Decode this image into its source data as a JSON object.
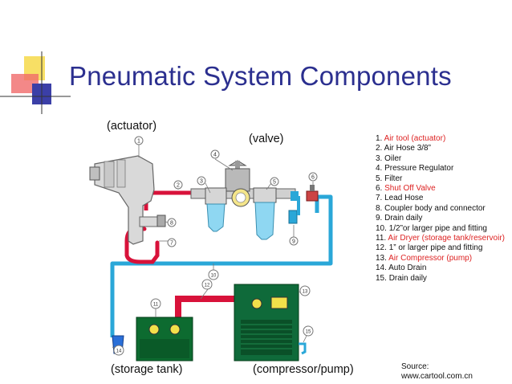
{
  "title": "Pneumatic System Components",
  "captions": {
    "actuator": "(actuator)",
    "valve": "(valve)",
    "storage_tank": "(storage tank)",
    "compressor": "(compressor/pump)"
  },
  "legend": [
    {
      "num": "1.",
      "text": "Air tool (actuator)",
      "highlight": true
    },
    {
      "num": "2.",
      "text": "Air Hose 3/8”",
      "highlight": false
    },
    {
      "num": "3.",
      "text": "Oiler",
      "highlight": false
    },
    {
      "num": "4.",
      "text": "Pressure Regulator",
      "highlight": false
    },
    {
      "num": "5.",
      "text": "Filter",
      "highlight": false
    },
    {
      "num": "6.",
      "text": "Shut Off Valve",
      "highlight": true
    },
    {
      "num": "7.",
      "text": "Lead Hose",
      "highlight": false
    },
    {
      "num": "8.",
      "text": "Coupler body and connector",
      "highlight": false
    },
    {
      "num": "9.",
      "text": "Drain daily",
      "highlight": false
    },
    {
      "num": "10.",
      "text": "1/2”or larger pipe and fitting",
      "highlight": false
    },
    {
      "num": "11.",
      "text": "Air Dryer (storage tank/reservoir)",
      "highlight": true
    },
    {
      "num": "12.",
      "text": "1” or larger pipe and fitting",
      "highlight": false
    },
    {
      "num": "13.",
      "text": "Air Compressor (pump)",
      "highlight": true
    },
    {
      "num": "14.",
      "text": "Auto Drain",
      "highlight": false
    },
    {
      "num": "15.",
      "text": "Drain daily",
      "highlight": false
    }
  ],
  "source": {
    "line1": "Source:",
    "line2": "www.cartool.com.cn"
  },
  "callouts": [
    "1",
    "2",
    "3",
    "4",
    "5",
    "6",
    "7",
    "8",
    "9",
    "10",
    "11",
    "12",
    "13",
    "14",
    "15"
  ],
  "colors": {
    "title": "#2b2f8f",
    "highlight": "#dd2222",
    "hose": "#d8123a",
    "pipe": "#2aa7d8",
    "tank": "#0d6b30",
    "compressor": "#0f6a3a",
    "filter_bowl": "#8fd7f2"
  }
}
